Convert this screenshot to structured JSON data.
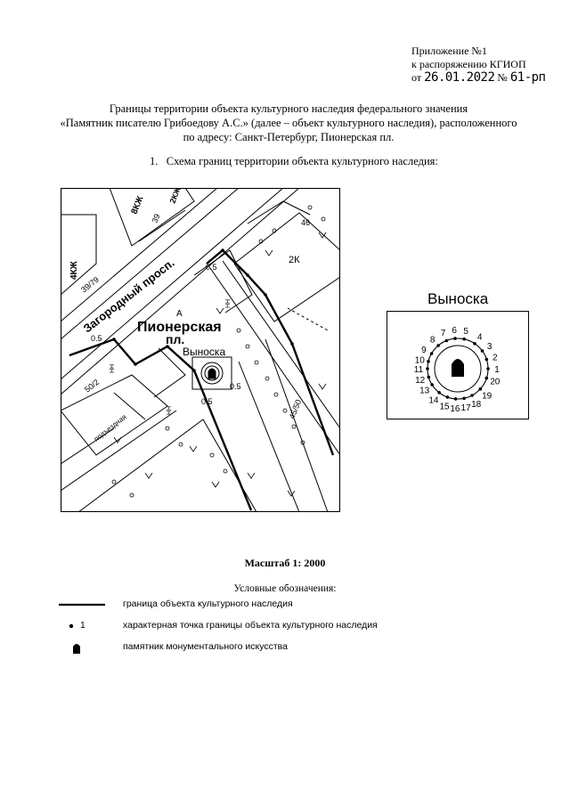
{
  "appendix": {
    "line1": "Приложение №1",
    "line2": "к распоряжению КГИОП",
    "from_prefix": "от",
    "date": "26.01.2022",
    "number_prefix": "№",
    "number": "61-рп"
  },
  "title": {
    "line1": "Границы территории объекта культурного наследия федерального значения",
    "line2": "«Памятник писателю Грибоедову А.С.» (далее – объект культурного наследия), расположенного",
    "line3": "по адресу: Санкт-Петербург, Пионерская пл."
  },
  "section": {
    "number": "1.",
    "text": "Схема границ территории объекта культурного наследия:"
  },
  "map": {
    "labels": {
      "street1": "Загородный просп.",
      "square_line1": "Пионерская",
      "square_line2": "пл.",
      "letter_a": "А",
      "callout": "Выноска",
      "b4kzh": "4КЖ",
      "n3979": "39/79",
      "b8kzh": "8КЖ",
      "n39": "39",
      "b2kzh": "2КЖ",
      "b2k": "2К",
      "n46": "46",
      "n502": "50/2",
      "podzhidak": "подъездная",
      "dist1": "0.5",
      "dist2": "0.5",
      "dist3": "0.5",
      "dist4": "0.5",
      "nn1": "НН",
      "nn2": "НН",
      "nn3": "НН",
      "n45": "45/50"
    }
  },
  "callout": {
    "title": "Выноска",
    "points": [
      "1",
      "2",
      "3",
      "4",
      "5",
      "6",
      "7",
      "8",
      "9",
      "10",
      "11",
      "12",
      "13",
      "14",
      "15",
      "16",
      "17",
      "18",
      "19",
      "20"
    ]
  },
  "scale": "Масштаб 1: 2000",
  "legend": {
    "title": "Условные обозначения:",
    "items": [
      {
        "text": "граница объекта культурного наследия"
      },
      {
        "symbol_label": "1",
        "text": "характерная точка границы объекта культурного наследия"
      },
      {
        "text": "памятник монументального искусства"
      }
    ]
  }
}
